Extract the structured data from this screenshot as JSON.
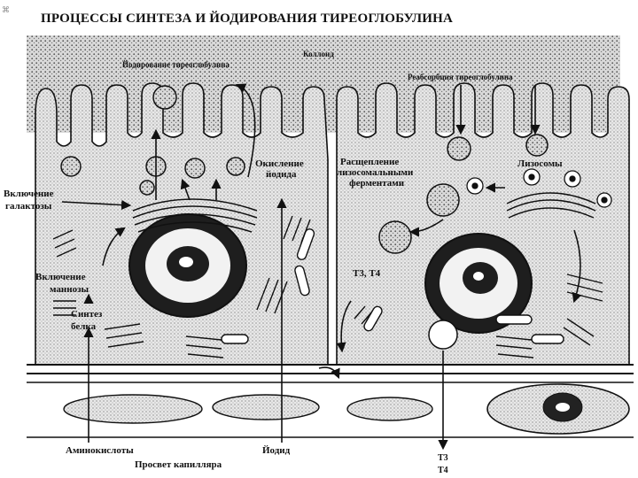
{
  "slide": {
    "title": "ПРОЦЕССЫ СИНТЕЗА И ЙОДИРОВАНИЯ ТИРЕОГЛОБУЛИНА"
  },
  "labels": {
    "colloid": "Коллоид",
    "iodination": "Йодирование тиреоглобулина",
    "reabsorption": "Реабсорбция тиреоглобулина",
    "oxidation_1": "Окисление",
    "oxidation_2": "йодида",
    "cleavage_1": "Расщепление",
    "cleavage_2": "лизосомальными",
    "cleavage_3": "ферментами",
    "lysosomes": "Лизосомы",
    "galactose_1": "Включение",
    "galactose_2": "галактозы",
    "mannose_1": "Включение",
    "mannose_2": "маннозы",
    "protein_1": "Синтез",
    "protein_2": "белка",
    "t3t4_cell": "Т3, Т4",
    "amino_acids": "Аминокислоты",
    "iodide": "Йодид",
    "capillary": "Просвет капилляра",
    "t3_out": "Т3",
    "t4_out": "Т4"
  },
  "colors": {
    "ink": "#1a1a1a",
    "paper": "#ffffff",
    "stipple": "#8a8a8a"
  }
}
